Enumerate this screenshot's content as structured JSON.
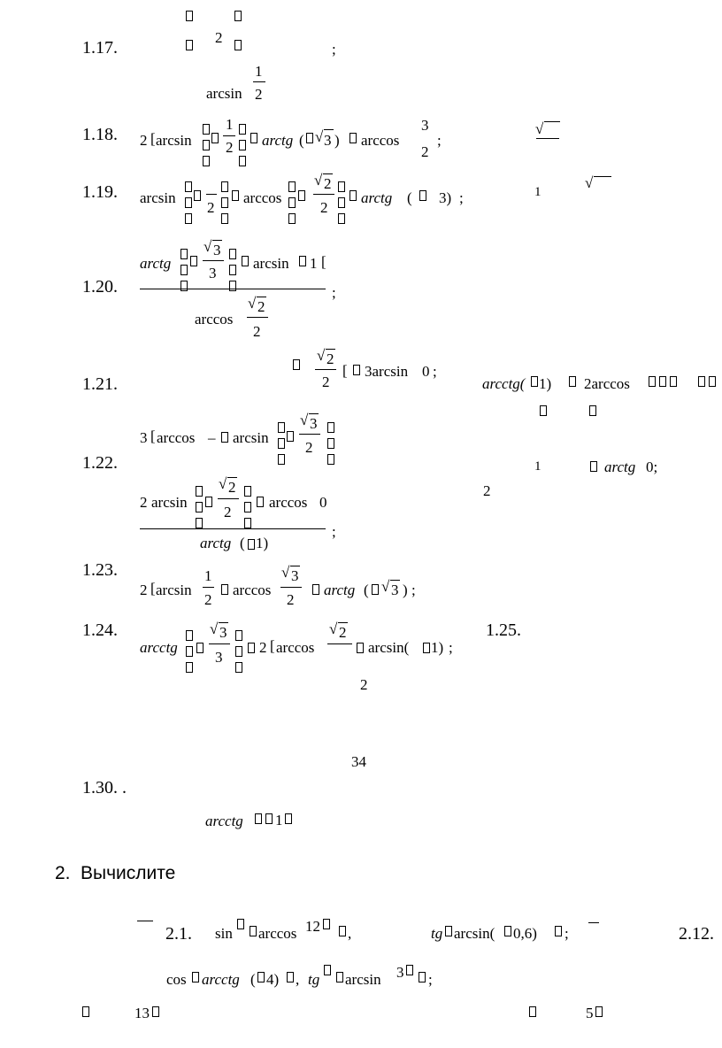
{
  "problems": {
    "p117": {
      "number": "1.17.",
      "two": "2",
      "semicolon": ";",
      "arcsin": "arcsin",
      "one": "1",
      "two_den": "2"
    },
    "p118": {
      "number": "1.18.",
      "coef": "2",
      "arcsin": "arcsin",
      "one": "1",
      "two": "2",
      "arctg": "arctg",
      "open": "(",
      "sqrt3": "3",
      "close": ")",
      "arccos": "arccos",
      "three": "3",
      "two_den": "2",
      "semicolon": ";"
    },
    "p119": {
      "number": "1.19.",
      "arcsin": "arcsin",
      "two_den": "2",
      "arccos": "arccos",
      "sqrt2": "2",
      "two_den2": "2",
      "arctg": "arctg",
      "open": "(",
      "three": "3)",
      "semicolon": ";",
      "one": "1"
    },
    "p120": {
      "number": "1.20.",
      "arctg": "arctg",
      "sqrt3": "3",
      "three_den": "3",
      "arcsin": "arcsin",
      "one": "1",
      "semicolon": ";",
      "arccos": "arccos",
      "sqrt2": "2",
      "two_den": "2"
    },
    "p121": {
      "number": "1.21.",
      "sqrt2": "2",
      "two_den": "2",
      "three_arcsin": "3arcsin",
      "zero": "0",
      "semicolon": ";",
      "arcctg_expr": "arcctg(",
      "minus_one": "1)",
      "two_arccos": "2arccos"
    },
    "p122": {
      "number": "1.22.",
      "coef": "3",
      "arccos": "arccos",
      "dash": "–",
      "arcsin": "arcsin",
      "sqrt3": "3",
      "two_den": "2",
      "one": "1",
      "arctg": "arctg",
      "zero": "0;",
      "two_left": "2",
      "coef2": "2",
      "arcsin2": "arcsin",
      "sqrt2": "2",
      "two_den2": "2",
      "arccos2": "arccos",
      "zero2": "0",
      "arctg_den": "arctg",
      "open": "(",
      "one_den": "1)",
      "semicolon": ";"
    },
    "p123": {
      "number": "1.23.",
      "coef": "2",
      "arcsin": "arcsin",
      "one": "1",
      "two": "2",
      "arccos": "arccos",
      "sqrt3": "3",
      "two_den": "2",
      "arctg": "arctg",
      "open": "(",
      "sqrt3b": "3",
      "close": ")",
      "semicolon": ";"
    },
    "p124": {
      "number": "1.24.",
      "arcctg": "arcctg",
      "sqrt3": "3",
      "three_den": "3",
      "coef": "2",
      "arccos": "arccos",
      "sqrt2": "2",
      "arcsin": "arcsin(",
      "one": "1)",
      "semicolon": ";",
      "two_den": "2",
      "next_number": "1.25."
    },
    "page_number": "34",
    "p130": {
      "number": "1.30. .",
      "arcctg": "arcctg",
      "one": "1"
    }
  },
  "section2": {
    "heading_number": "2.",
    "heading_text": "Вычислите",
    "p21": {
      "number": "2.1.",
      "sin": "sin",
      "arccos": "arccos",
      "num12": "12",
      "comma": ",",
      "tg": "tg",
      "arcsin_expr": "arcsin(",
      "val": "0,6)",
      "semicolon": ";"
    },
    "p212": {
      "number": "2.12."
    },
    "line2": {
      "cos": "cos",
      "arcctg": "arcctg",
      "open": "(",
      "four": "4)",
      "comma": ",",
      "tg": "tg",
      "arcsin": "arcsin",
      "three": "3",
      "semicolon": ";"
    },
    "den13": "13",
    "den5": "5"
  }
}
